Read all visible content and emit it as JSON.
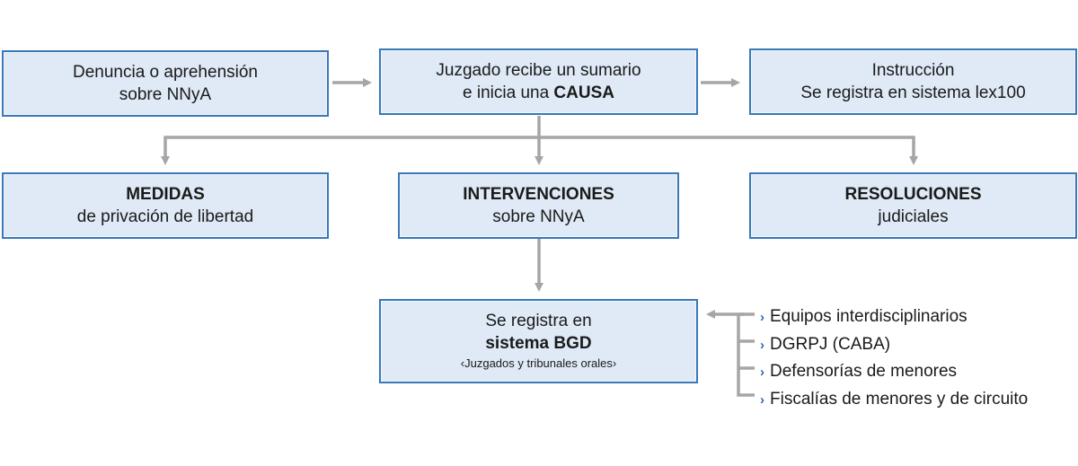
{
  "diagram": {
    "top_row": {
      "denuncia": {
        "line1": "Denuncia o aprehensión",
        "line2": "sobre NNyA"
      },
      "juzgado": {
        "line1": "Juzgado recibe un sumario",
        "line2_prefix": "e inicia una ",
        "line2_bold": "CAUSA"
      },
      "instruccion": {
        "line1": "Instrucción",
        "line2": "Se registra en sistema lex100"
      }
    },
    "middle_row": {
      "medidas": {
        "title": "MEDIDAS",
        "subtitle": "de privación de libertad"
      },
      "intervenciones": {
        "title": "INTERVENCIONES",
        "subtitle": "sobre NNyA"
      },
      "resoluciones": {
        "title": "RESOLUCIONES",
        "subtitle": "judiciales"
      }
    },
    "bottom": {
      "bgd": {
        "line1": "Se registra en",
        "line2": "sistema BGD",
        "note": "‹Juzgados y tribunales orales›"
      }
    },
    "sources": {
      "bullet": "›",
      "items": [
        "Equipos interdisciplinarios",
        "DGRPJ (CABA)",
        "Defensorías de menores",
        "Fiscalías de menores y de circuito"
      ]
    },
    "colors": {
      "box_fill": "#dfeaf6",
      "box_border": "#3a78b8",
      "connector": "#a6a6a6",
      "bullet": "#2e6bb0"
    }
  }
}
